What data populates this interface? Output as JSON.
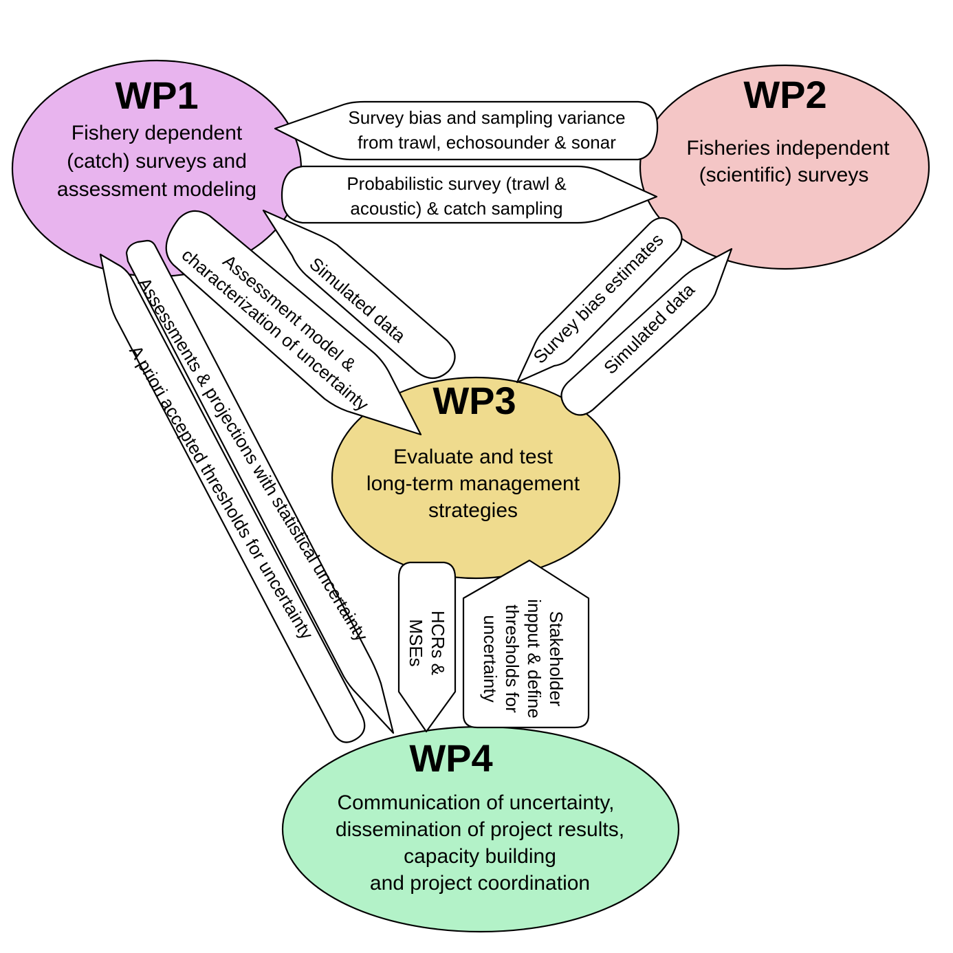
{
  "colors": {
    "wp1": "#e8b4ee",
    "wp2": "#f4c6c6",
    "wp3": "#efdb8e",
    "wp4": "#b3f2c8",
    "arrow_fill": "#ffffff",
    "stroke": "#000000"
  },
  "nodes": {
    "wp1": {
      "title": "WP1",
      "lines": [
        "Fishery dependent",
        "(catch) surveys and",
        "assessment modeling"
      ]
    },
    "wp2": {
      "title": "WP2",
      "lines": [
        "Fisheries independent",
        "(scientific) surveys"
      ]
    },
    "wp3": {
      "title": "WP3",
      "lines": [
        "Evaluate and test",
        "long-term management",
        "strategies"
      ]
    },
    "wp4": {
      "title": "WP4",
      "lines": [
        "Communication of uncertainty,",
        "dissemination of project results,",
        "capacity building",
        "and project coordination"
      ]
    }
  },
  "flows": {
    "wp2_to_wp1": {
      "from": "WP2",
      "to": "WP1",
      "lines": [
        "Survey bias and sampling variance",
        "from trawl, echosounder & sonar"
      ]
    },
    "wp1_to_wp2": {
      "from": "WP1",
      "to": "WP2",
      "lines": [
        "Probabilistic survey (trawl &",
        "acoustic) & catch sampling"
      ]
    },
    "wp3_to_wp1_sim": {
      "from": "WP3",
      "to": "WP1",
      "lines": [
        "Simulated data"
      ]
    },
    "wp1_to_wp3_model": {
      "from": "WP1",
      "to": "WP3",
      "lines": [
        "Assessment model &",
        "characterization of uncertainty"
      ]
    },
    "wp2_to_wp3_bias": {
      "from": "WP2",
      "to": "WP3",
      "lines": [
        "Survey bias estimates"
      ]
    },
    "wp3_to_wp2_sim": {
      "from": "WP3",
      "to": "WP2",
      "lines": [
        "Simulated data"
      ]
    },
    "wp1_to_wp4_assess": {
      "from": "WP1",
      "to": "WP4",
      "lines": [
        "Assessments & projections with statistical uncertainty"
      ]
    },
    "wp4_to_wp1_apriori": {
      "from": "WP4",
      "to": "WP1",
      "lines": [
        "A priori accepted thresholds for uncertainty"
      ]
    },
    "wp3_to_wp4_hcr": {
      "from": "WP3",
      "to": "WP4",
      "lines": [
        "HCRs &",
        "MSEs"
      ]
    },
    "wp4_to_wp3_stake": {
      "from": "WP4",
      "to": "WP3",
      "lines": [
        "Stakeholder",
        "inpput & define",
        "thresholds for",
        "uncertainty"
      ]
    }
  }
}
